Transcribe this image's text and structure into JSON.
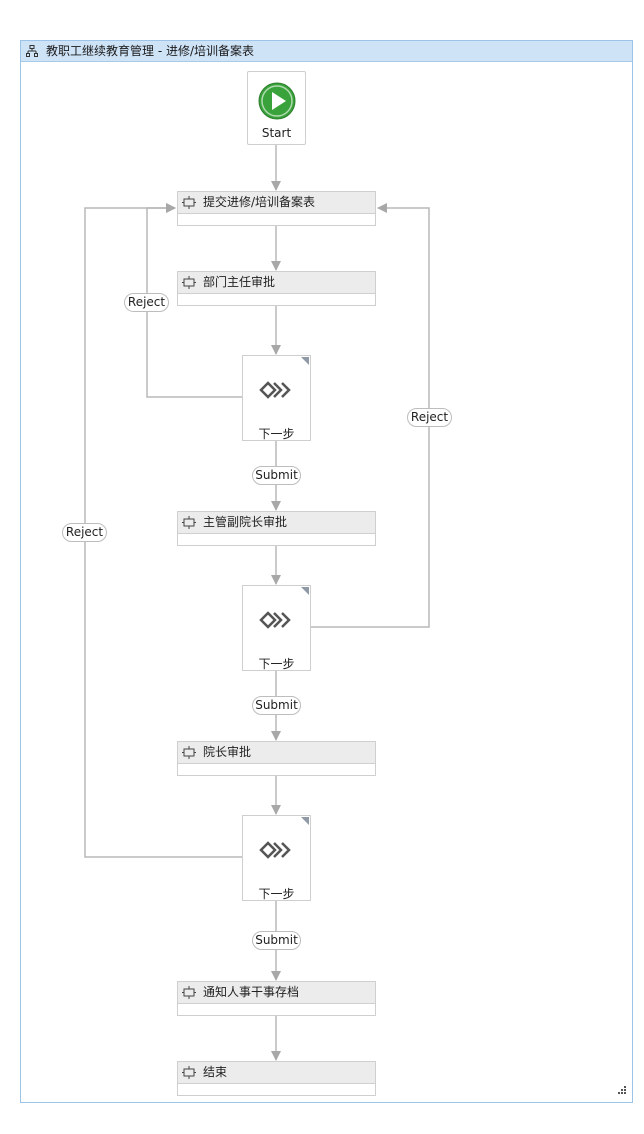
{
  "window": {
    "title": "教职工继续教育管理 - 进修/培训备案表",
    "title_icon": "workflow-hierarchy-icon"
  },
  "start": {
    "label": "Start",
    "icon": "play-icon",
    "color": "#3aa23a"
  },
  "nodes": [
    {
      "label": "提交进修/培训备案表",
      "icon": "activity-icon"
    },
    {
      "label": "部门主任审批",
      "icon": "activity-icon"
    },
    {
      "label": "主管副院长审批",
      "icon": "activity-icon"
    },
    {
      "label": "院长审批",
      "icon": "activity-icon"
    },
    {
      "label": "通知人事干事存档",
      "icon": "activity-icon"
    },
    {
      "label": "结束",
      "icon": "activity-icon"
    }
  ],
  "steps": [
    {
      "label": "下一步",
      "icon": "next-step-icon"
    },
    {
      "label": "下一步",
      "icon": "next-step-icon"
    },
    {
      "label": "下一步",
      "icon": "next-step-icon"
    }
  ],
  "transitions": {
    "reject_1": "Reject",
    "reject_2": "Reject",
    "reject_3": "Reject",
    "submit_1": "Submit",
    "submit_2": "Submit",
    "submit_3": "Submit"
  },
  "colors": {
    "titlebar": "#cfe3f7",
    "frame_border": "#9cc4e8",
    "node_header": "#ececec",
    "connector": "#b0b0b0"
  }
}
